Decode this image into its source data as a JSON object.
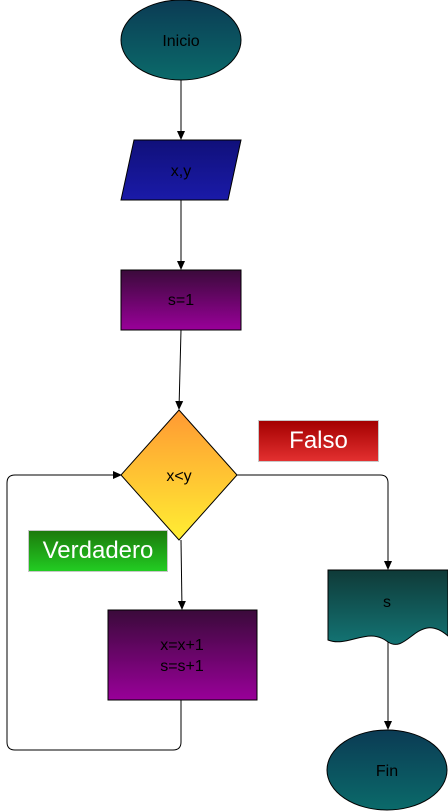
{
  "diagram": {
    "nodes": {
      "start": {
        "label": "Inicio",
        "shape": "ellipse",
        "fill_top": "#0b3b54",
        "fill_bottom": "#0b6a6a"
      },
      "input": {
        "label": "x,y",
        "shape": "parallelogram",
        "fill_top": "#10107a",
        "fill_bottom": "#1a1aa8"
      },
      "init": {
        "label": "s=1",
        "shape": "rectangle",
        "fill_top": "#3a0a3a",
        "fill_bottom": "#990099"
      },
      "decision": {
        "label": "x<y",
        "shape": "diamond",
        "fill_top": "#ff9933",
        "fill_bottom": "#ffee33"
      },
      "process": {
        "lines": [
          "x=x+1",
          "s=s+1"
        ],
        "shape": "rectangle",
        "fill_top": "#3a0a3a",
        "fill_bottom": "#990099"
      },
      "output": {
        "label": "s",
        "shape": "document",
        "fill_top": "#0f3a38",
        "fill_bottom": "#137474"
      },
      "end": {
        "label": "Fin",
        "shape": "ellipse",
        "fill_top": "#0b3b54",
        "fill_bottom": "#0b6a6a"
      }
    },
    "branches": {
      "false": {
        "label": "Falso",
        "color_top": "#a40000",
        "color_bottom": "#e33030"
      },
      "true": {
        "label": "Verdadero",
        "color_top": "#1c7a0c",
        "color_bottom": "#22cc22"
      }
    },
    "edge_color": "#000000"
  }
}
